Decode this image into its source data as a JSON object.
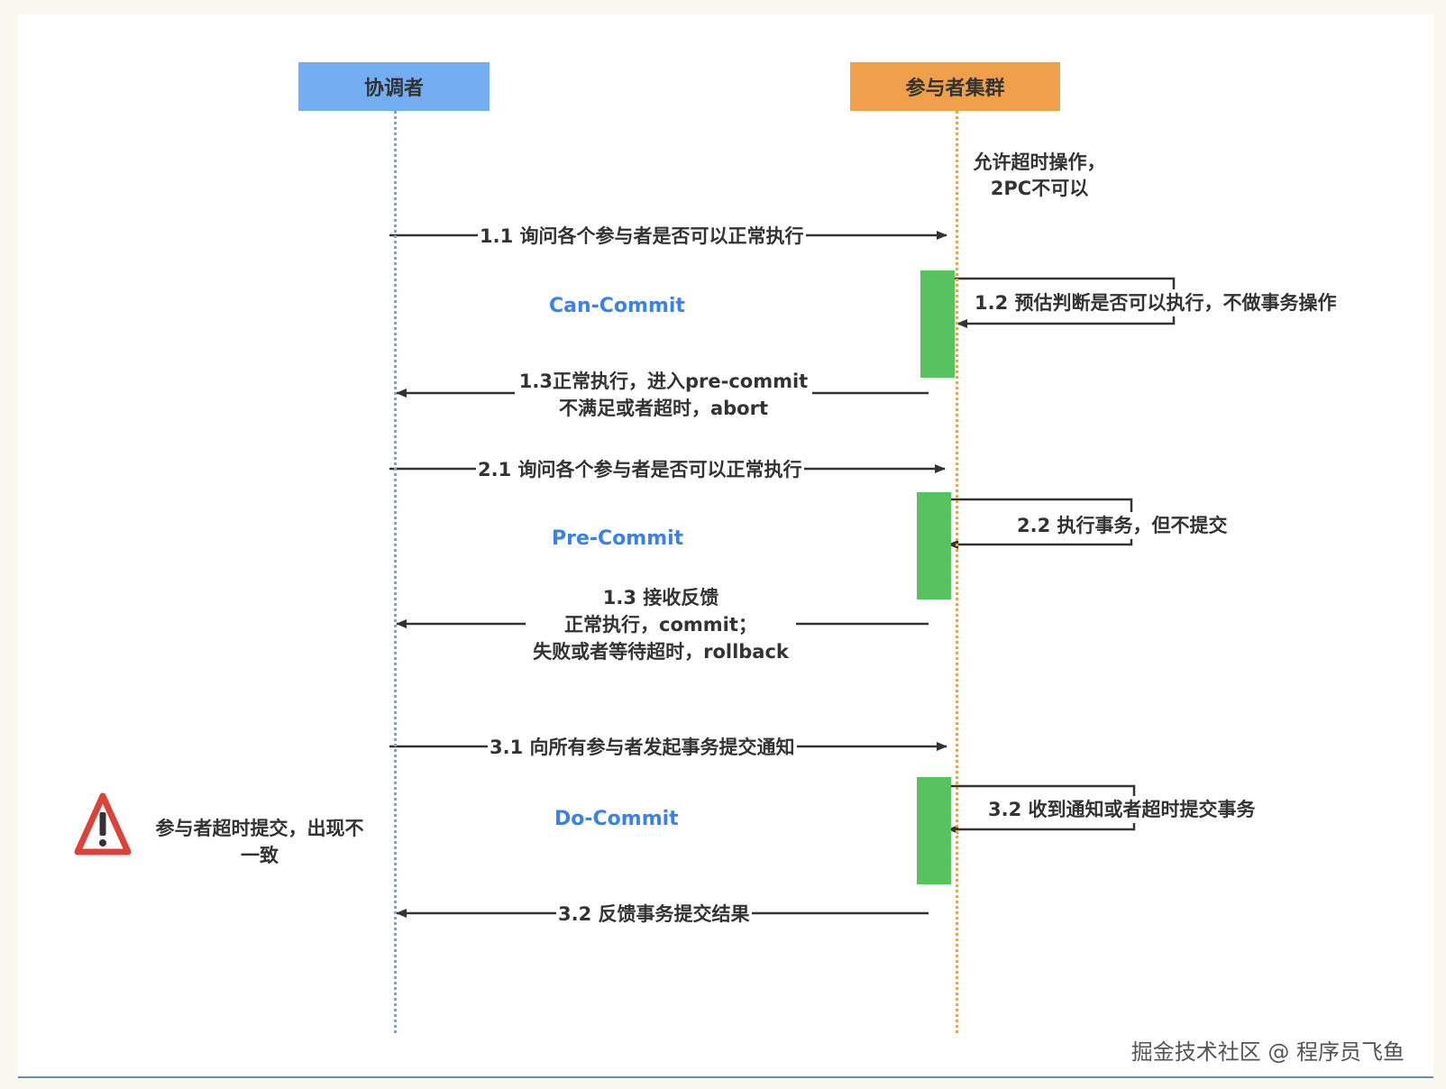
{
  "actors": {
    "coordinator": "协调者",
    "participants": "参与者集群"
  },
  "notes": {
    "timeout_line1": "允许超时操作，",
    "timeout_line2": "2PC不可以"
  },
  "phases": {
    "can_commit": "Can-Commit",
    "pre_commit": "Pre-Commit",
    "do_commit": "Do-Commit"
  },
  "messages": {
    "m1_1": "1.1 询问各个参与者是否可以正常执行",
    "m1_2": "1.2 预估判断是否可以执行，不做事务操作",
    "m1_3_line1": "1.3正常执行，进入pre-commit",
    "m1_3_line2": "不满足或者超时，abort",
    "m2_1": "2.1 询问各个参与者是否可以正常执行",
    "m2_2": "2.2 执行事务，但不提交",
    "m2_3_line1": "1.3 接收反馈",
    "m2_3_line2": "正常执行，commit；",
    "m2_3_line3": "失败或者等待超时，rollback",
    "m3_1": "3.1 向所有参与者发起事务提交通知",
    "m3_2": "3.2 收到通知或者超时提交事务",
    "m3_3": "3.2 反馈事务提交结果"
  },
  "warning": {
    "icon": "warning-triangle-icon",
    "line1": "参与者超时提交，出现不",
    "line2": "一致"
  },
  "watermark": "掘金技术社区 @ 程序员飞鱼",
  "colors": {
    "coordinator": "#74aef2",
    "participants": "#f0a04b",
    "activation": "#58c25e",
    "phase_label": "#3b82e8"
  }
}
